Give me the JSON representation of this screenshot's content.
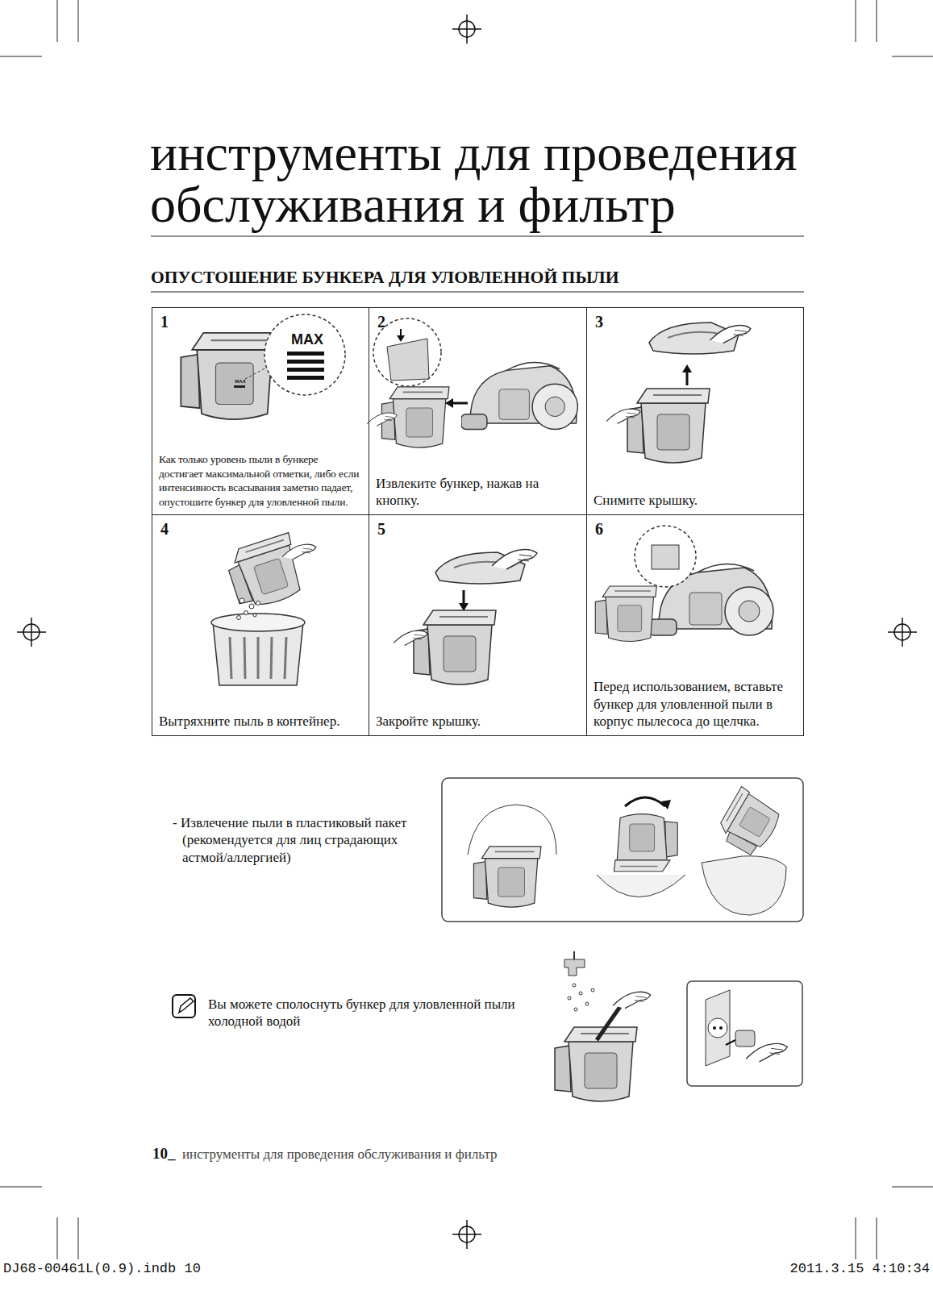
{
  "diagram": {
    "title": "инструменты для проведения обслуживания и фильтр",
    "nodes": [
      {
        "text": [
          "1",
          "Как только уровень пыли в бункере достигает максимальной отметки, либо если интенсивность всасывания заметно падает, опустошите бункер для уловленной пыли."
        ]
      },
      {
        "text": [
          "2",
          "Извлеките бункер, нажав на кнопку."
        ]
      },
      {
        "text": [
          "3",
          "Снимите крышку."
        ]
      },
      {
        "text": [
          "4",
          "Вытряхните пыль в контейнер."
        ]
      },
      {
        "text": [
          "5",
          "Закройте крышку."
        ]
      },
      {
        "text": [
          "6",
          "Перед использованием, вставьте бункер для уловленной пыли в корпус пылесоса до щелчка."
        ]
      }
    ],
    "labels": [
      "ОПУСТОШЕНИЕ БУНКЕРА ДЛЯ УЛОВЛЕННОЙ ПЫЛИ",
      "MAX",
      "MAX",
      "- Извлечение пыли в пластиковый пакет (рекомендуется для лиц страдающих астмой/аллергией)",
      "Вы можете сполоснуть бункер для уловленной пыли холодной водой",
      "10_",
      "инструменты для проведения обслуживания и фильтр",
      "DJ68-00461L(0.9).indb 10",
      "2011.3.15 4:10:34"
    ]
  }
}
